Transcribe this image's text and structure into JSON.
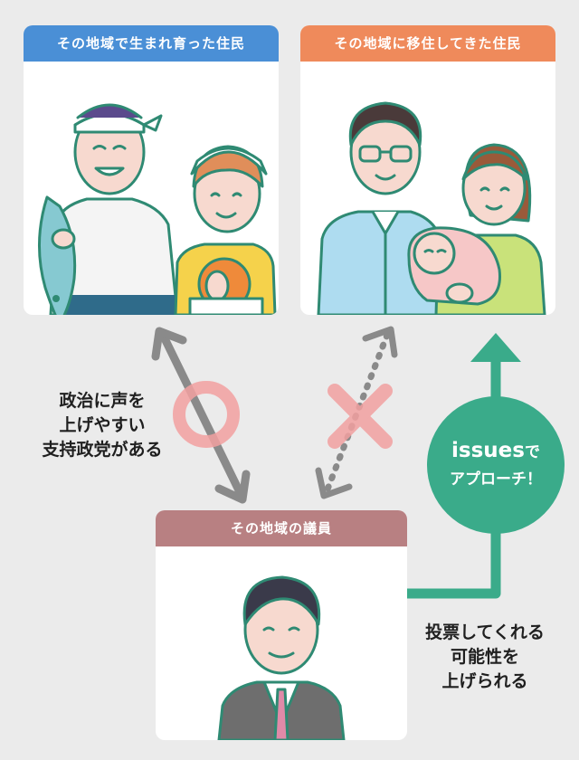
{
  "groups": {
    "native": {
      "title": "その地域で生まれ育った住民"
    },
    "migrant": {
      "title": "その地域に移住してきた住民"
    },
    "representative": {
      "title": "その地域の議員"
    }
  },
  "relations": {
    "native_rep": {
      "mark": "○",
      "description": "政治に声を\n上げやすい\n支持政党がある"
    },
    "migrant_rep": {
      "mark": "×"
    },
    "issues_path": {
      "service": "issues",
      "suffix": "で",
      "action": "アプローチ！",
      "description": "投票してくれる\n可能性を\n上げられる"
    }
  },
  "colors": {
    "native_header": "#4a8fd6",
    "migrant_header": "#ef8a5b",
    "rep_header": "#b88082",
    "accent_green": "#3aab8a",
    "mark_pink": "#f2a0a0",
    "arrow_gray": "#8a8a8a"
  }
}
